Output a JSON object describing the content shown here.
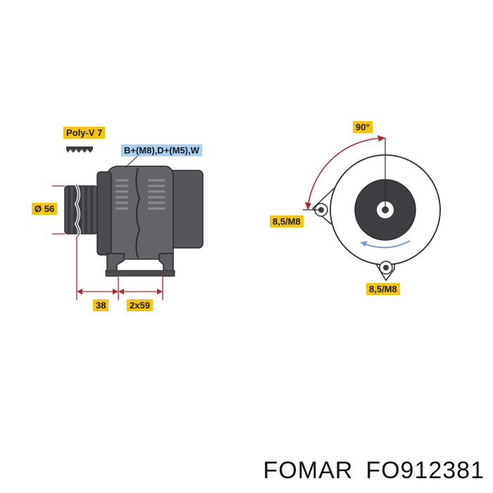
{
  "labels": {
    "belt": "Poly-V 7",
    "connections": "B+(M8),D+(M5),W",
    "pulley_diameter": "Ø 56",
    "dim_front": "38",
    "dim_mount": "2x59",
    "angle": "90°",
    "bolt_upper": "8,5/M8",
    "bolt_lower": "8,5/M8"
  },
  "product": {
    "brand": "FOMAR",
    "part_number": "FO912381"
  },
  "colors": {
    "label_yellow": "#f6c40c",
    "label_blue": "#a9d0ee",
    "body_gray": "#5d5e62",
    "dark_gray": "#3d3e42",
    "arrow_red": "#b3202a",
    "rotation_blue": "#6b9ed8"
  }
}
